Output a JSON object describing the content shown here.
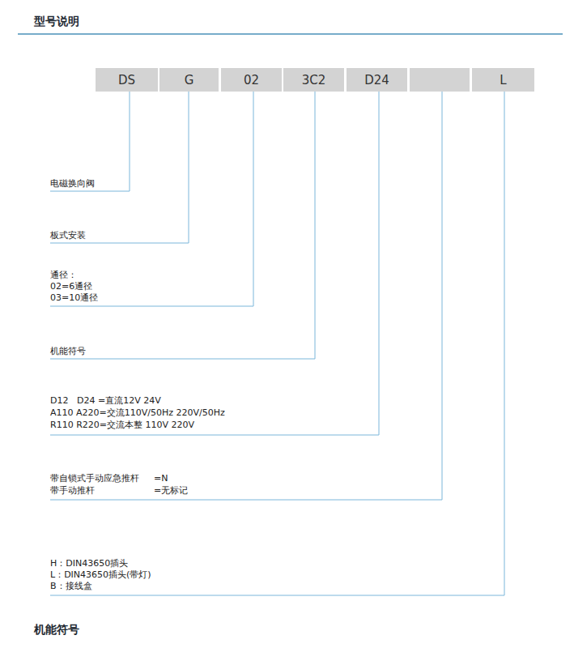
{
  "diagram": {
    "title": "型号说明",
    "nodes": [
      {
        "text": [
          "DS"
        ]
      },
      {
        "text": [
          "G"
        ]
      },
      {
        "text": [
          "02"
        ]
      },
      {
        "text": [
          "3C2"
        ]
      },
      {
        "text": [
          "D24"
        ]
      },
      {
        "text": [
          "L"
        ]
      }
    ],
    "labels": [
      "电磁换向阀",
      "板式安装",
      "通径：",
      "02=6通径",
      "03=10通径",
      "机能符号",
      "D12   D24 =直流12V 24V",
      "A110 A220=交流110V/50Hz 220V/50Hz",
      "R110 R220=交流本整 110V 220V",
      "带自锁式手动应急推杆",
      "=N",
      "带手动推杆",
      "=无标记",
      "H：DIN43650插头",
      "L：DIN43650插头(带灯)",
      "B：接线盒",
      "机能符号"
    ]
  }
}
